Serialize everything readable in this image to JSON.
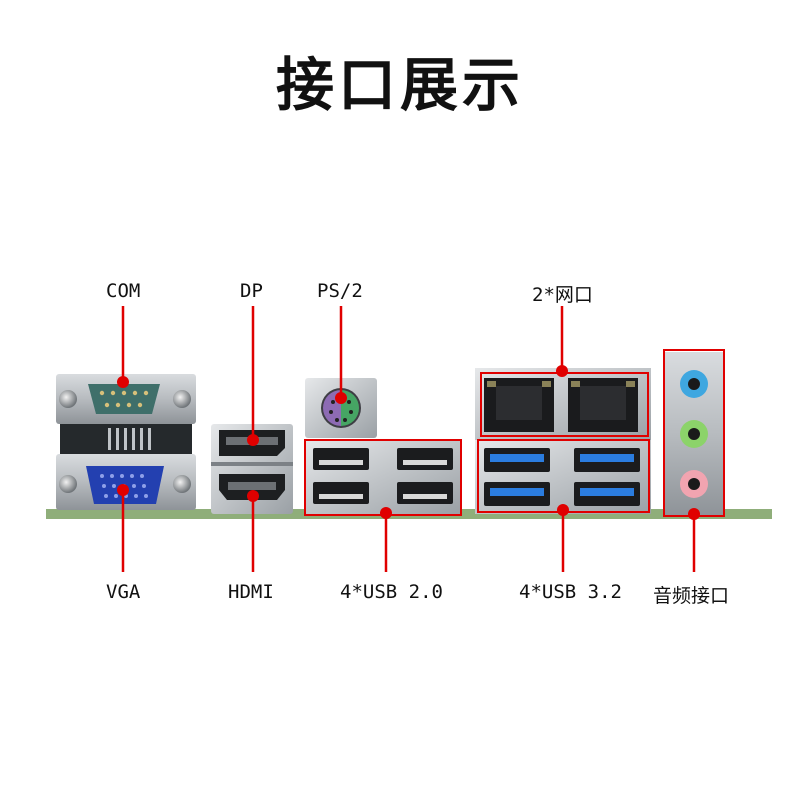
{
  "title": "接口展示",
  "labels": {
    "com": "COM",
    "dp": "DP",
    "ps2": "PS/2",
    "lan": "2*网口",
    "vga": "VGA",
    "hdmi": "HDMI",
    "usb2": "4*USB 2.0",
    "usb3": "4*USB 3.2",
    "audio": "音频接口"
  },
  "colors": {
    "marker": "#e00000",
    "board": "#8fae7a",
    "vga_blue": "#2340b0",
    "com_teal": "#3f6f6a",
    "usb3_blue": "#2b7de0",
    "audio_blue": "#3fa7e0",
    "audio_green": "#8cd36a",
    "audio_pink": "#f1a4b0",
    "ps2_purple": "#8d6bb4",
    "ps2_green": "#46a564"
  }
}
